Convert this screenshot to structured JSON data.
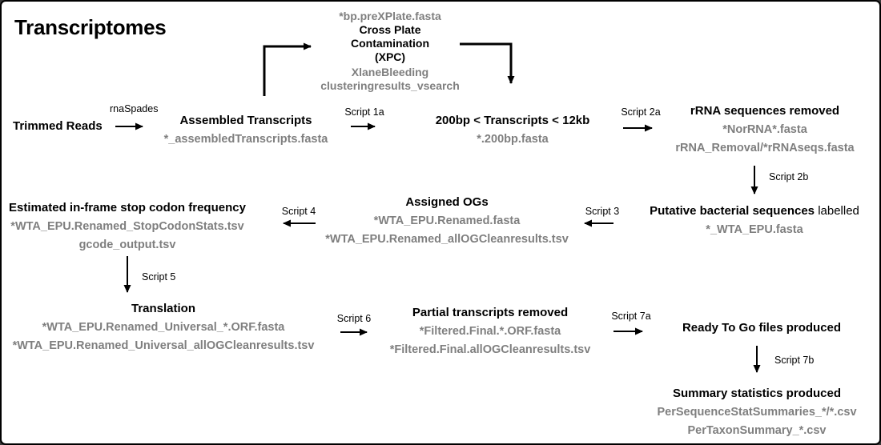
{
  "title": "Transcriptomes",
  "colors": {
    "text": "#000000",
    "file_text": "#7f7f7f",
    "background": "#ffffff",
    "border": "#000000"
  },
  "nodes": {
    "trimmed_reads": {
      "label": "Trimmed Reads"
    },
    "assembled_transcripts": {
      "label": "Assembled Transcripts",
      "files": [
        "*_assembledTranscripts.fasta"
      ]
    },
    "cross_plate_contamination": {
      "input_file": "*bp.preXPlate.fasta",
      "label_lines": [
        "Cross Plate",
        "Contamination",
        "(XPC)"
      ],
      "files": [
        "XlaneBleeding",
        "clusteringresults_vsearch"
      ]
    },
    "size_filtered": {
      "label": "200bp < Transcripts < 12kb",
      "files": [
        "*.200bp.fasta"
      ]
    },
    "rrna_removed": {
      "label": "rRNA sequences removed",
      "files": [
        "*NorRNA*.fasta",
        "rRNA_Removal/*rRNAseqs.fasta"
      ]
    },
    "putative_bacterial": {
      "label_bold": "Putative bacterial sequences",
      "label_regular": "labelled",
      "files": [
        "*_WTA_EPU.fasta"
      ]
    },
    "assigned_ogs": {
      "label": "Assigned OGs",
      "files": [
        "*WTA_EPU.Renamed.fasta",
        "*WTA_EPU.Renamed_allOGCleanresults.tsv"
      ]
    },
    "stop_codon_frequency": {
      "label": "Estimated in-frame stop codon frequency",
      "files": [
        "*WTA_EPU.Renamed_StopCodonStats.tsv",
        "gcode_output.tsv"
      ]
    },
    "translation": {
      "label": "Translation",
      "files": [
        "*WTA_EPU.Renamed_Universal_*.ORF.fasta",
        "*WTA_EPU.Renamed_Universal_allOGCleanresults.tsv"
      ]
    },
    "partial_removed": {
      "label": "Partial transcripts removed",
      "files": [
        "*Filtered.Final.*.ORF.fasta",
        "*Filtered.Final.allOGCleanresults.tsv"
      ]
    },
    "ready_to_go": {
      "label": "Ready To Go files produced"
    },
    "summary_stats": {
      "label": "Summary statistics produced",
      "files": [
        "PerSequenceStatSummaries_*/*.csv",
        "PerTaxonSummary_*.csv"
      ]
    }
  },
  "edges": {
    "rnaspades": {
      "label": "rnaSpades"
    },
    "script_1a": {
      "label": "Script 1a"
    },
    "script_2a": {
      "label": "Script 2a"
    },
    "script_2b": {
      "label": "Script 2b"
    },
    "script_3": {
      "label": "Script 3"
    },
    "script_4": {
      "label": "Script 4"
    },
    "script_5": {
      "label": "Script 5"
    },
    "script_6": {
      "label": "Script 6"
    },
    "script_7a": {
      "label": "Script 7a"
    },
    "script_7b": {
      "label": "Script 7b"
    }
  }
}
